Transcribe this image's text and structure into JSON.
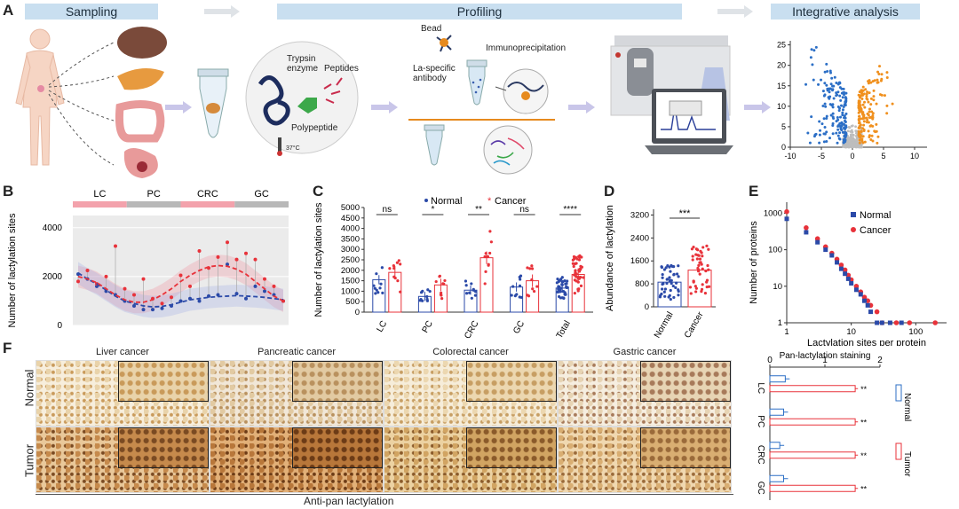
{
  "panel_labels": {
    "A": "A",
    "B": "B",
    "C": "C",
    "D": "D",
    "E": "E",
    "F": "F"
  },
  "banners": {
    "sampling": "Sampling",
    "profiling": "Profiling",
    "integrative": "Integrative analysis"
  },
  "schematic": {
    "trypsin": "Trypsin\nenzyme",
    "trypsin_l1": "Trypsin",
    "trypsin_l2": "enzyme",
    "peptides": "Peptides",
    "polypeptide": "Polypeptide",
    "temp": "37°C",
    "bead": "Bead",
    "antibody_l1": "La-specific",
    "antibody_l2": "antibody",
    "immuno": "Immunoprecipitation"
  },
  "volcano": {
    "x_ticks": [
      "-10",
      "-5",
      "0",
      "5",
      "10"
    ],
    "y_ticks": [
      "0",
      "5",
      "10",
      "15",
      "20",
      "25"
    ]
  },
  "panelB": {
    "groups": [
      "LC",
      "PC",
      "CRC",
      "GC"
    ],
    "ylabel": "Number of lactylation sites",
    "y_ticks": [
      "0",
      "2000",
      "4000"
    ]
  },
  "panelC": {
    "legend": [
      "Normal",
      "Cancer"
    ],
    "ylabel": "Number of lactylation sites",
    "y_ticks": [
      "0",
      "500",
      "1000",
      "1500",
      "2000",
      "2500",
      "3000",
      "3500",
      "4000",
      "4500",
      "5000"
    ],
    "categories": [
      "LC",
      "PC",
      "CRC",
      "GC",
      "Total"
    ],
    "sig": [
      "ns",
      "*",
      "**",
      "ns",
      "****"
    ]
  },
  "panelD": {
    "ylabel": "Abundance of lactylation",
    "y_ticks": [
      "0",
      "800",
      "1600",
      "2400",
      "3200"
    ],
    "categories": [
      "Normal",
      "Cancer"
    ],
    "sig": "***"
  },
  "panelE": {
    "ylabel": "Number of proteins",
    "xlabel": "Lactylation sites per protein",
    "y_ticks": [
      "1",
      "10",
      "100",
      "1000"
    ],
    "x_ticks": [
      "1",
      "10",
      "100"
    ],
    "legend": [
      "Normal",
      "Cancer"
    ]
  },
  "panelF": {
    "col_titles": [
      "Liver cancer",
      "Pancreatic cancer",
      "Colorectal cancer",
      "Gastric cancer"
    ],
    "row_titles": [
      "Normal",
      "Tumor"
    ],
    "footer": "Anti-pan lactylation",
    "bar_title": "Pan-lactylation staining",
    "bar_ticks": [
      "0",
      "1",
      "2"
    ],
    "bar_cats": [
      "LC",
      "PC",
      "CRC",
      "GC"
    ],
    "bar_legend": [
      "Normal",
      "Tumor"
    ],
    "sig": "**"
  },
  "colors": {
    "normal": "#2b4aa8",
    "cancer": "#e8323a",
    "banner": "#c9dff0",
    "orange": "#f0901e",
    "blue": "#2c6fc6"
  },
  "chart_data": [
    {
      "type": "scatter",
      "title": "",
      "xlabel": "",
      "ylabel": "",
      "xlim": [
        -10,
        12
      ],
      "ylim": [
        0,
        26
      ],
      "series": []
    },
    {
      "type": "line",
      "title": "",
      "xlabel": "",
      "ylabel": "Number of lactylation sites",
      "ylim": [
        0,
        4500
      ],
      "categories": [
        "LC",
        "PC",
        "CRC",
        "GC"
      ],
      "series": [
        {
          "values": [
            2150,
            1900,
            1700,
            1450,
            1200,
            1000,
            900,
            800,
            760,
            780,
            850,
            950,
            1050,
            1100,
            1150,
            1180,
            1200,
            1220,
            1200,
            1180,
            1150,
            1100,
            1050
          ]
        },
        {
          "values": [
            2000,
            1900,
            1750,
            1500,
            1250,
            1050,
            950,
            950,
            1050,
            1250,
            1500,
            1800,
            2050,
            2250,
            2400,
            2450,
            2420,
            2300,
            2100,
            1800,
            1500,
            1200,
            1000
          ]
        }
      ]
    },
    {
      "type": "bar",
      "title": "",
      "xlabel": "",
      "ylabel": "Number of lactylation sites",
      "ylim": [
        0,
        5000
      ],
      "categories": [
        "LC",
        "PC",
        "CRC",
        "GC",
        "Total"
      ],
      "series": [
        {
          "name": "Normal",
          "values": [
            1550,
            750,
            1050,
            1200,
            1150
          ]
        },
        {
          "name": "Cancer",
          "values": [
            1900,
            1300,
            2600,
            1500,
            1800
          ]
        }
      ]
    },
    {
      "type": "bar",
      "title": "",
      "xlabel": "",
      "ylabel": "Abundance of lactylation",
      "ylim": [
        0,
        3200
      ],
      "categories": [
        "Normal",
        "Cancer"
      ],
      "values": [
        860,
        1280
      ]
    },
    {
      "type": "scatter",
      "title": "",
      "xlabel": "Lactylation sites per protein",
      "ylabel": "Number of proteins",
      "xscale": "log",
      "yscale": "log",
      "series": [
        {
          "name": "Normal",
          "x": [
            1,
            2,
            3,
            4,
            5,
            6,
            7,
            8,
            9,
            10,
            12,
            14,
            16,
            18,
            20,
            25,
            30,
            40,
            60
          ],
          "y": [
            700,
            300,
            160,
            100,
            70,
            45,
            30,
            22,
            16,
            12,
            8,
            6,
            4,
            3,
            2,
            1,
            1,
            1,
            1
          ]
        },
        {
          "name": "Cancer",
          "x": [
            1,
            2,
            3,
            4,
            5,
            6,
            7,
            8,
            9,
            10,
            12,
            14,
            16,
            18,
            20,
            25,
            30,
            50,
            80,
            200
          ],
          "y": [
            1100,
            400,
            200,
            120,
            80,
            55,
            38,
            28,
            20,
            15,
            10,
            7,
            5,
            4,
            3,
            2,
            1,
            1,
            1,
            1
          ]
        }
      ]
    },
    {
      "type": "bar",
      "title": "Pan-lactylation staining",
      "xlabel": "",
      "ylabel": "",
      "xlim": [
        0,
        2
      ],
      "categories": [
        "LC",
        "PC",
        "CRC",
        "GC"
      ],
      "series": [
        {
          "name": "Normal",
          "values": [
            0.28,
            0.25,
            0.18,
            0.25
          ]
        },
        {
          "name": "Tumor",
          "values": [
            1.55,
            1.55,
            1.55,
            1.55
          ]
        }
      ]
    }
  ]
}
